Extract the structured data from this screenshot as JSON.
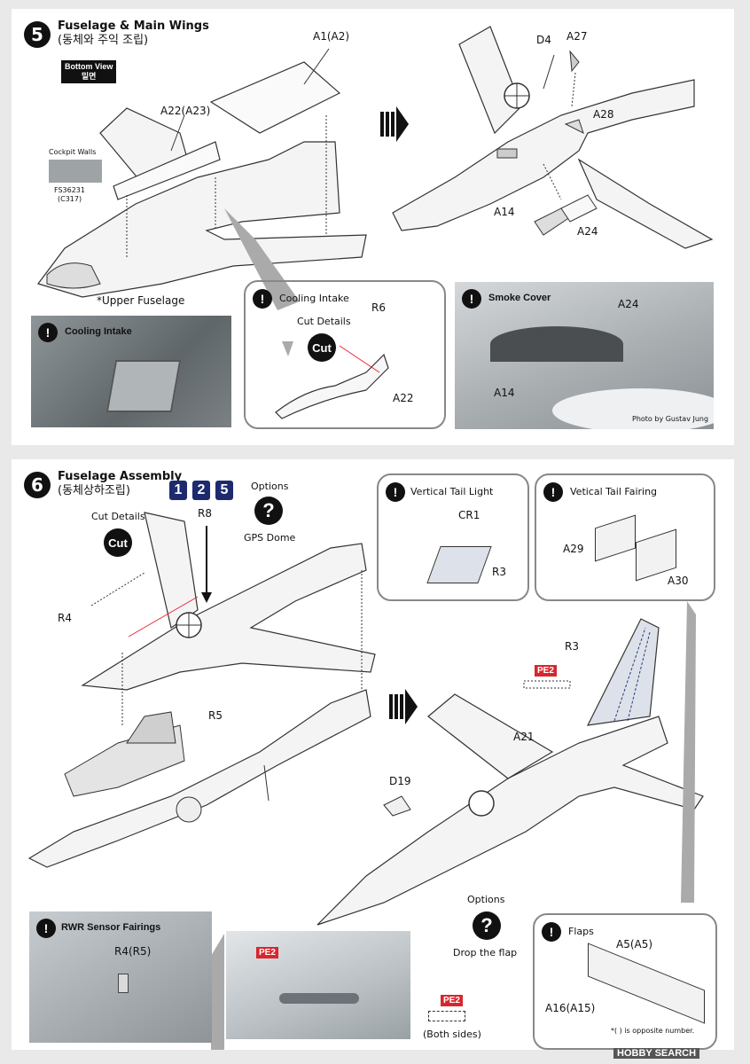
{
  "step5": {
    "number": "5",
    "title": "Fuselage & Main Wings",
    "title_ko": "(동체와 주익 조립)",
    "bottom_view": "Bottom View",
    "bottom_view_ko": "밑면",
    "cockpit_walls": "Cockpit Walls",
    "color_code": "FS36231",
    "color_code2": "(C317)",
    "upper_fuselage": "*Upper Fuselage",
    "parts": {
      "a1": "A1(A2)",
      "a22": "A22(A23)",
      "d4": "D4",
      "a27": "A27",
      "a28": "A28",
      "a14": "A14",
      "a24": "A24"
    },
    "cooling_box": {
      "title": "Cooling Intake",
      "cut_details": "Cut Details",
      "cut": "Cut",
      "r6": "R6",
      "a22": "A22"
    },
    "cooling_photo": {
      "title": "Cooling Intake"
    },
    "smoke_photo": {
      "title": "Smoke Cover",
      "a24": "A24",
      "a14": "A14",
      "credit": "Photo by Gustav Jung"
    }
  },
  "step6": {
    "number": "6",
    "title": "Fuselage Assembly",
    "title_ko": "(동체상하조립)",
    "options_nums": [
      "1",
      "2",
      "5"
    ],
    "options": "Options",
    "gps_dome": "GPS Dome",
    "cut_details": "Cut Details",
    "cut": "Cut",
    "parts": {
      "r8": "R8",
      "r4": "R4",
      "r5": "R5",
      "r3": "R3",
      "a21": "A21",
      "d19": "D19"
    },
    "pe2": "PE2",
    "tail_light": {
      "title": "Vertical Tail Light",
      "cr1": "CR1",
      "r3": "R3"
    },
    "tail_fairing": {
      "title": "Vetical Tail Fairing",
      "a29": "A29",
      "a30": "A30"
    },
    "rwr": {
      "title": "RWR Sensor Fairings",
      "r4": "R4(R5)"
    },
    "drop_flap": {
      "options": "Options",
      "label": "Drop the flap"
    },
    "both_sides": "(Both sides)",
    "pe2b": "PE2",
    "pe2c": "PE2",
    "flaps": {
      "title": "Flaps",
      "a5": "A5(A5)",
      "a16": "A16(A15)",
      "note": "*(   ) is opposite number."
    }
  },
  "footer": {
    "logo": "HOBBY SEARCH"
  }
}
